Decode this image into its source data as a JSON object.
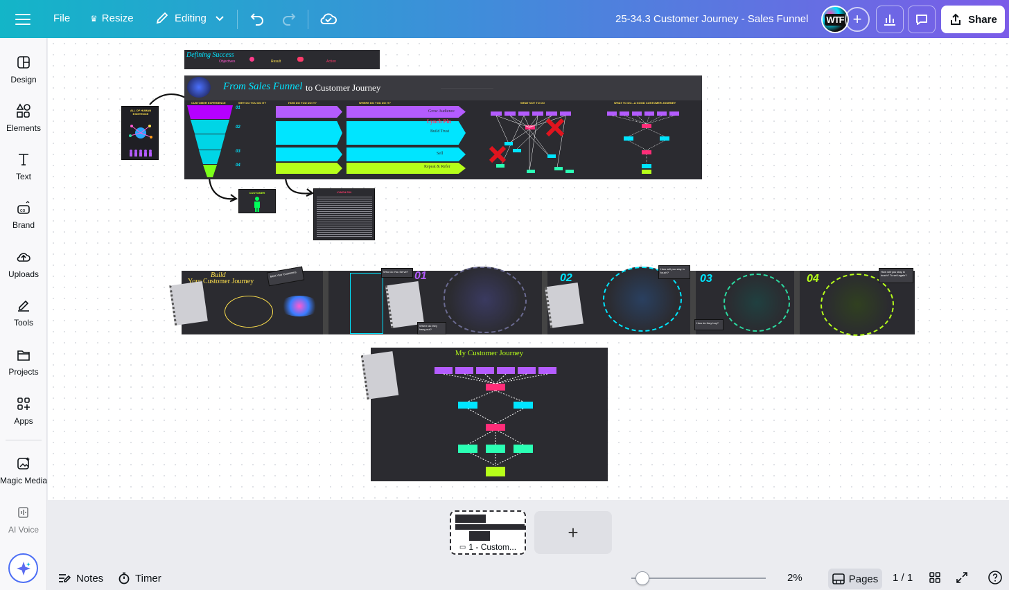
{
  "app": {
    "toolbar": {
      "file_label": "File",
      "resize_label": "Resize",
      "editing_label": "Editing",
      "document_title": "25-34.3 Customer Journey - Sales Funnel",
      "avatar_initials": "WTF",
      "share_label": "Share"
    },
    "sidebar": {
      "items": [
        {
          "label": "Design",
          "icon": "design-icon"
        },
        {
          "label": "Elements",
          "icon": "elements-icon"
        },
        {
          "label": "Text",
          "icon": "text-icon"
        },
        {
          "label": "Brand",
          "icon": "brand-icon"
        },
        {
          "label": "Uploads",
          "icon": "uploads-icon"
        },
        {
          "label": "Tools",
          "icon": "tools-icon"
        },
        {
          "label": "Projects",
          "icon": "projects-icon"
        },
        {
          "label": "Apps",
          "icon": "apps-icon"
        },
        {
          "label": "Magic Media",
          "icon": "magic-media-icon"
        },
        {
          "label": "AI Voice",
          "icon": "ai-voice-icon"
        }
      ]
    },
    "canvas": {
      "defining_success": {
        "title": "Defining Success",
        "objectives": "Objectives",
        "result": "Result",
        "action": "Action"
      },
      "funnel_board": {
        "title_script": "From Sales Funnel",
        "title_rest": "to Customer Journey",
        "headers": [
          "Customer Experience",
          "Why Do You Do It?",
          "How Do You Do It?",
          "Where Do You Do It?",
          "What Not to Do",
          "What To Do...A Good Customer Journey"
        ],
        "stage_labels": [
          "Grow Audience",
          "Build Trust",
          "Sell",
          "Repeat & Refer"
        ],
        "lynch_pin": "Lynch Pin",
        "step_numbers": [
          "01",
          "02",
          "03",
          "04"
        ]
      },
      "human_card": "All of Human Existence",
      "customer_card": "Customer",
      "lynch_card": "Lynch Pin",
      "build_banner": {
        "script": "Build",
        "title": "Your Customer Journey",
        "numbers": [
          "01",
          "02",
          "03",
          "04"
        ],
        "meet": "Meet Your Customers",
        "who": "Who Do You Serve?",
        "hang": "Where do they hang out?",
        "stay": "How will you stay in touch?",
        "buy": "How do they buy?",
        "again": "How will you stay in touch? To sell again?"
      },
      "my_journey": {
        "title": "My Customer Journey"
      }
    },
    "pages": {
      "thumb_label": "1 - Custom...",
      "add_label": "+"
    },
    "footer": {
      "notes_label": "Notes",
      "timer_label": "Timer",
      "zoom": "2%",
      "zoom_fraction": 0.08,
      "pages_label": "Pages",
      "page_count": "1 / 1"
    }
  }
}
